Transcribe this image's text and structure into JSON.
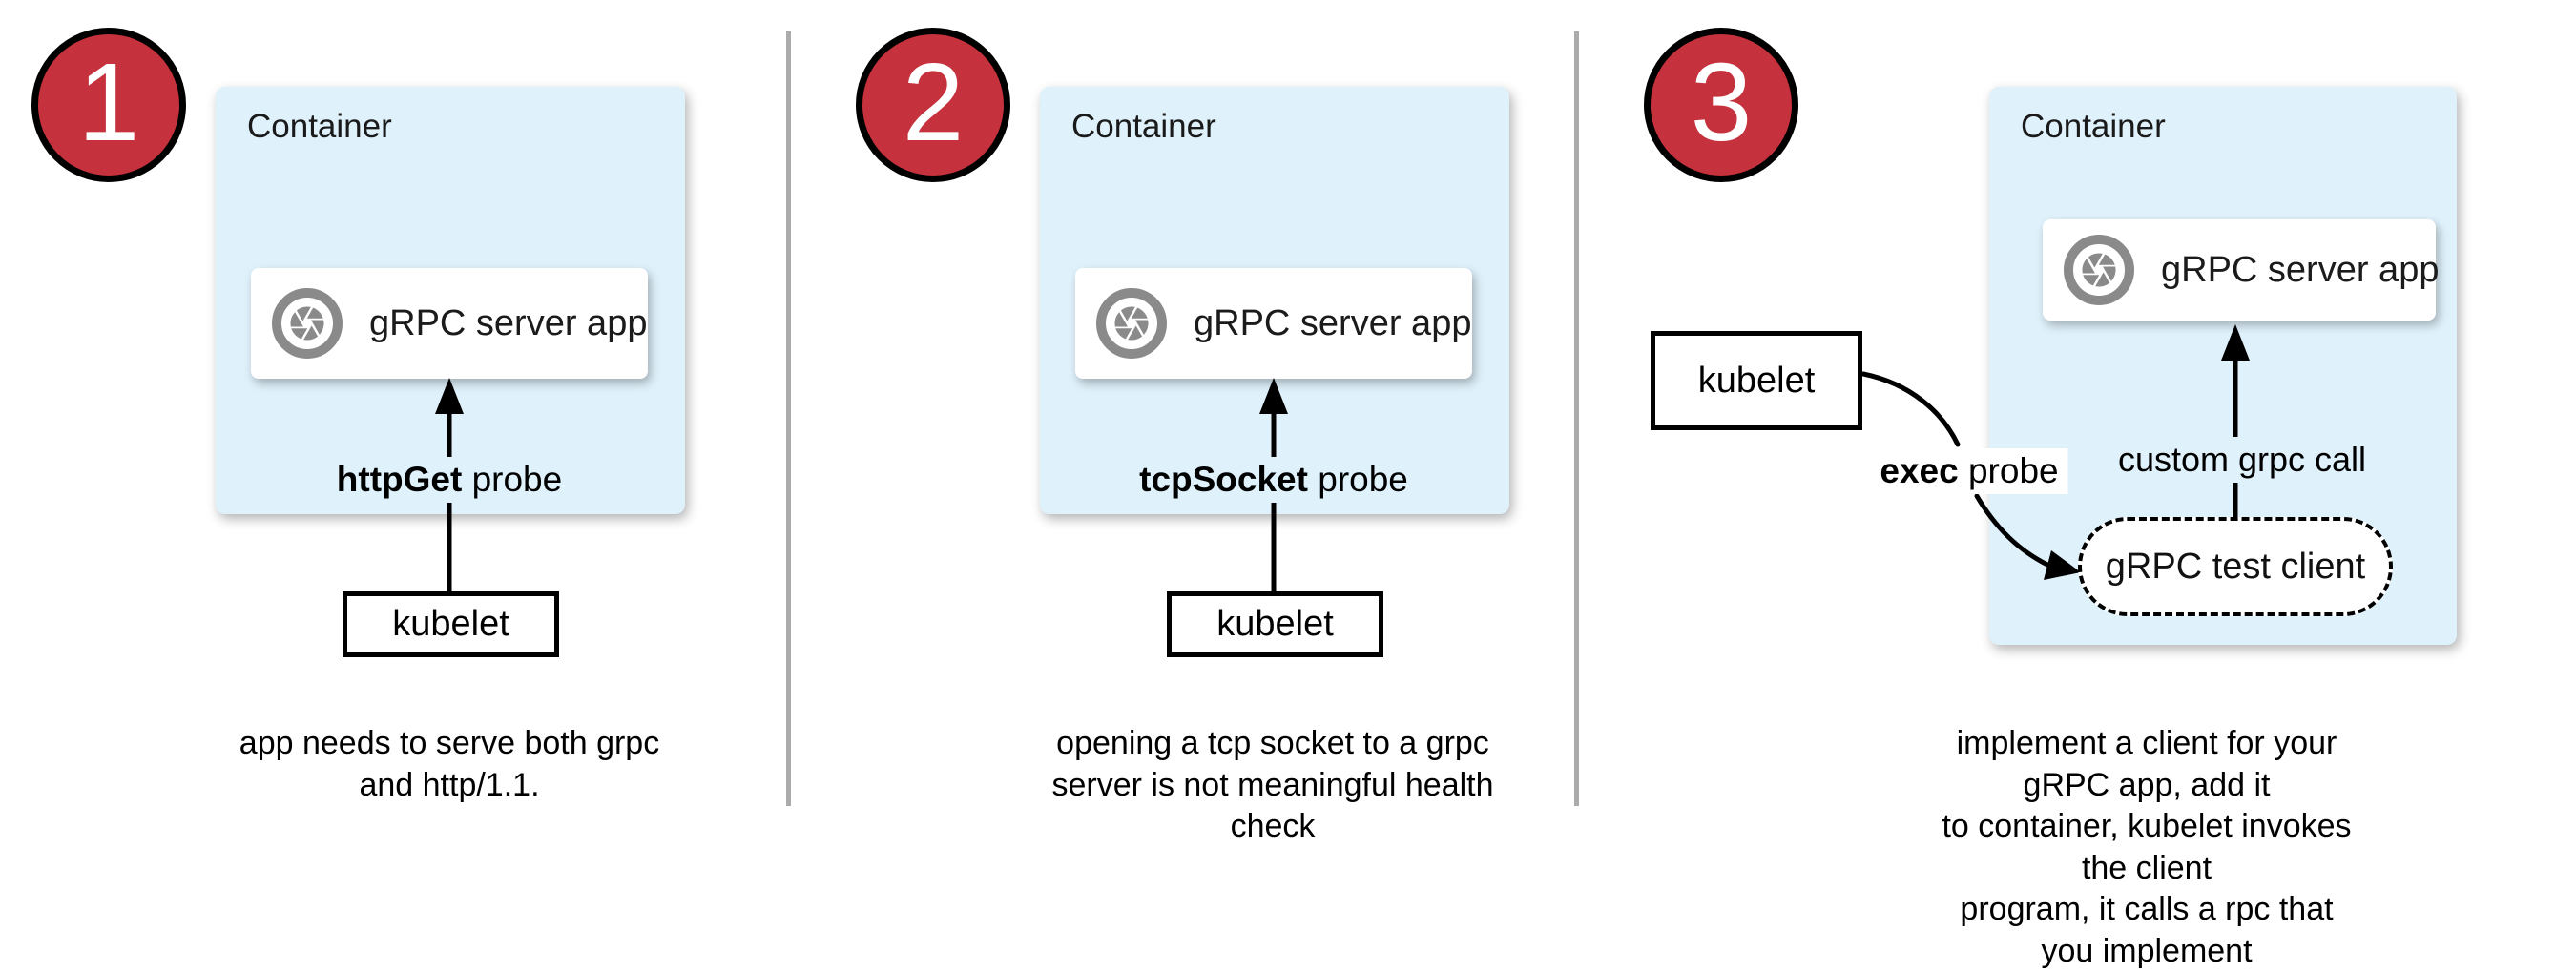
{
  "colors": {
    "container_fill": "#dff1fb",
    "badge_fill": "#c5313c",
    "icon_gray": "#8a8a8a",
    "divider_gray": "#ababab"
  },
  "panels": [
    {
      "number": "1",
      "container_label": "Container",
      "app_label": "gRPC server app",
      "app_icon": "aperture-icon",
      "probe_bold": "httpGet",
      "probe_rest": " probe",
      "kubelet_label": "kubelet",
      "caption": "app needs to serve both grpc\nand http/1.1."
    },
    {
      "number": "2",
      "container_label": "Container",
      "app_label": "gRPC server app",
      "app_icon": "aperture-icon",
      "probe_bold": "tcpSocket",
      "probe_rest": " probe",
      "kubelet_label": "kubelet",
      "caption": "opening a tcp socket to a grpc\nserver is not meaningful health\ncheck"
    },
    {
      "number": "3",
      "container_label": "Container",
      "app_label": "gRPC server app",
      "app_icon": "aperture-icon",
      "probe_bold": "exec",
      "probe_rest": " probe",
      "kubelet_label": "kubelet",
      "call_label": "custom grpc call",
      "test_client_label": "gRPC test client",
      "caption": "implement a client for your gRPC app, add it\nto container, kubelet invokes the client\nprogram, it calls a rpc that you implement"
    }
  ]
}
